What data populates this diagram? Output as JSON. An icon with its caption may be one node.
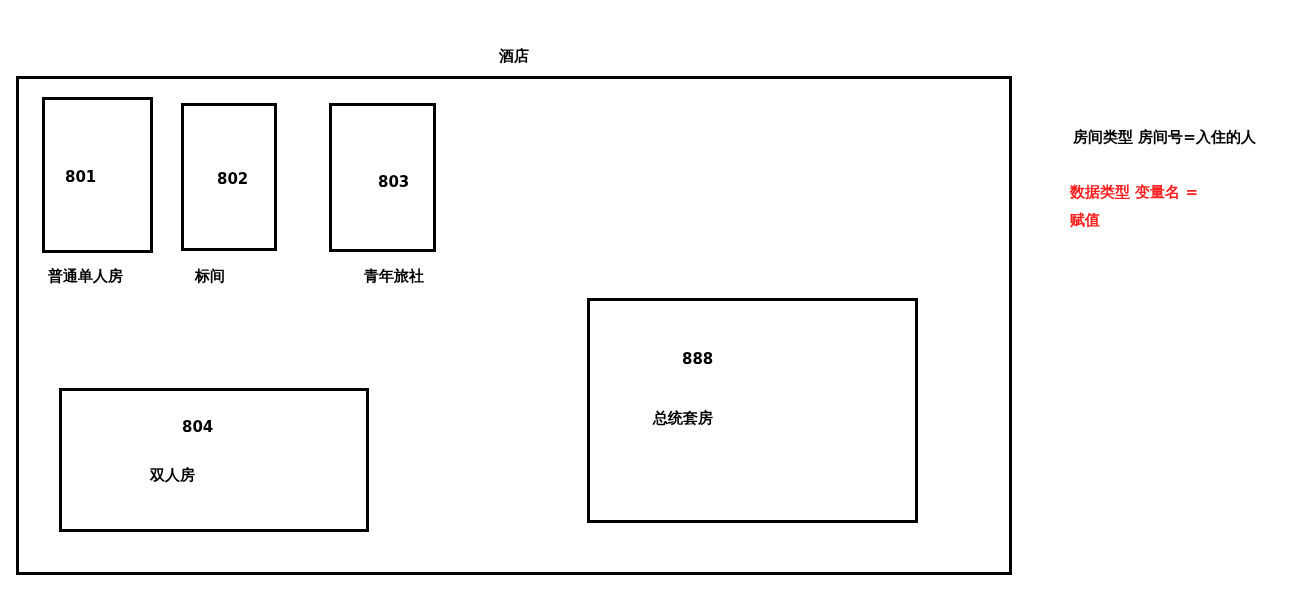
{
  "diagram": {
    "nodes": [
      {
        "text": [
          "酒店"
        ]
      },
      {
        "text": [
          "801"
        ],
        "beside": [
          "普通单人房"
        ],
        "in": 0
      },
      {
        "text": [
          "802"
        ],
        "beside": [
          "标间"
        ],
        "in": 0
      },
      {
        "text": [
          "803"
        ],
        "beside": [
          "青年旅社"
        ],
        "in": 0
      },
      {
        "text": [
          "888",
          "总统套房"
        ],
        "in": 0
      },
      {
        "text": [
          "804",
          "双人房"
        ],
        "in": 0
      }
    ],
    "edges": [],
    "labels": [
      "房间类型 房间号=入住的人",
      "数据类型 变量名 = 赋值"
    ]
  }
}
